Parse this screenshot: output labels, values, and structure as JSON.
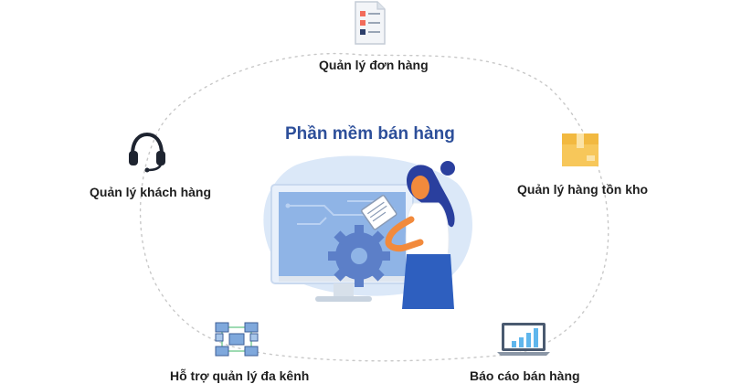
{
  "title": "Phần mềm bán hàng",
  "features": {
    "orders": "Quản lý đơn hàng",
    "customers": "Quản lý khách hàng",
    "inventory": "Quản lý hàng tồn kho",
    "multichannel": "Hỗ trợ quản lý đa kênh",
    "reports": "Báo cáo bán hàng"
  },
  "icons": {
    "orders": "checklist-document-icon",
    "customers": "headset-icon",
    "inventory": "package-box-icon",
    "multichannel": "network-monitors-icon",
    "reports": "bar-chart-laptop-icon"
  },
  "colors": {
    "title": "#2d4f9a",
    "monitor": "#8fb4e6",
    "blue_bg": "#dbe8f8",
    "skirt": "#2e5fbf",
    "hair": "#2a3f9e",
    "skin": "#f28a3c",
    "box": "#f7c75a",
    "dashed": "#c8c8c8"
  }
}
